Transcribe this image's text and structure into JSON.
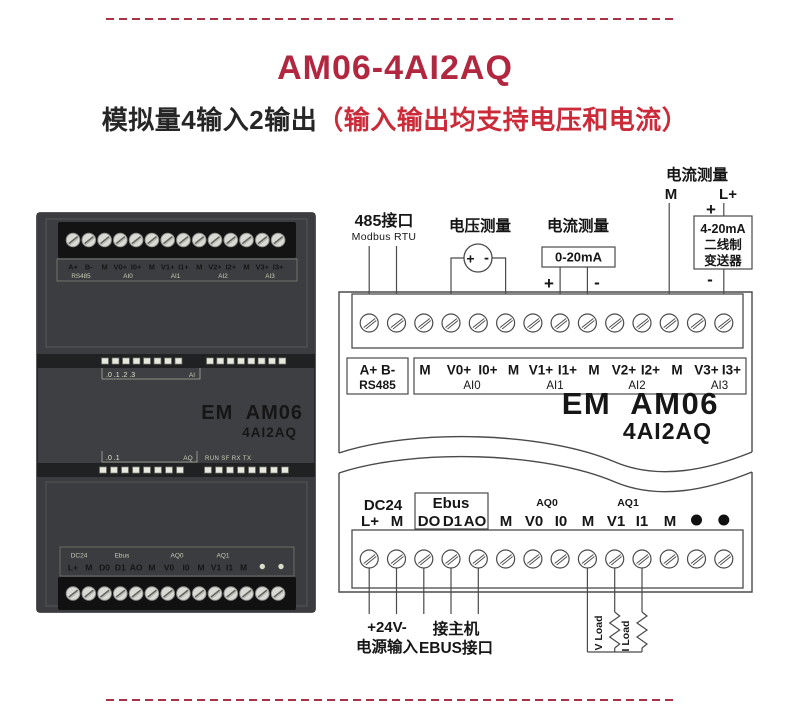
{
  "page": {
    "title": "AM06-4AI2AQ",
    "subtitle": "模拟量4输入2输出",
    "subtitle_red": "（输入输出均支持电压和电流）"
  },
  "colors": {
    "title_red": "#b2273f",
    "subtitle_red": "#cb2a38",
    "dash_red": "#a93346",
    "diagram_line": "#4a4a4a",
    "module_body": "#3d3f42",
    "module_strip": "#131313",
    "module_label": "#e3e5cf"
  },
  "photo": {
    "terminals_top": [
      "A+",
      "B-",
      "M",
      "V0+",
      "I0+",
      "M",
      "V1+",
      "I1+",
      "M",
      "V2+",
      "I2+",
      "M",
      "V3+",
      "I3+"
    ],
    "groups_top": [
      "RS485",
      "AI0",
      "AI1",
      "AI2",
      "AI3"
    ],
    "ai_bracket": {
      "left": ".0 .1 .2 .3",
      "right": "AI"
    },
    "brand_line1": "EM  AM06",
    "brand_line2": "4AI2AQ",
    "aq_bracket": {
      "left": ".0 .1",
      "right": "AQ"
    },
    "status_leds": "RUN SF RX TX",
    "groups_bottom": [
      "DC24",
      "Ebus",
      "AQ0",
      "AQ1"
    ],
    "terminals_bottom": [
      "L+",
      "M",
      "D0",
      "D1",
      "AO",
      "M",
      "V0",
      "I0",
      "M",
      "V1",
      "I1",
      "M"
    ]
  },
  "diagram": {
    "rs485_title": "485接口",
    "rs485_sub": "Modbus RTU",
    "voltage_title": "电压测量",
    "current_title": "电流测量",
    "current_range": "0-20mA",
    "current2_title": "电流测量",
    "current2_m": "M",
    "current2_lplus": "L+",
    "transmitter": [
      "4-20mA",
      "二线制",
      "变送器"
    ],
    "plus": "+",
    "minus": "-",
    "box1_line1": "A+ B-",
    "box1_line2": "RS485",
    "terminals_top": [
      "M",
      "V0+",
      "I0+",
      "M",
      "V1+",
      "I1+",
      "M",
      "V2+",
      "I2+",
      "M",
      "V3+",
      "I3+"
    ],
    "groups_top": [
      "AI0",
      "AI1",
      "AI2",
      "AI3"
    ],
    "brand_line1": "EM  AM06",
    "brand_line2": "4AI2AQ",
    "dc24_title": "DC24",
    "dc24_terms": [
      "L+",
      "M"
    ],
    "ebus_title": "Ebus",
    "ebus_terms": [
      "DO",
      "D1",
      "AO"
    ],
    "aq0": "AQ0",
    "aq1": "AQ1",
    "terminals_bottom": [
      "M",
      "V0",
      "I0",
      "M",
      "V1",
      "I1",
      "M"
    ],
    "power_label1": "+24V-",
    "power_label2": "电源输入",
    "host_label1": "接主机",
    "host_label2": "EBUS接口",
    "v_load": "V Load",
    "i_load": "I Load"
  }
}
